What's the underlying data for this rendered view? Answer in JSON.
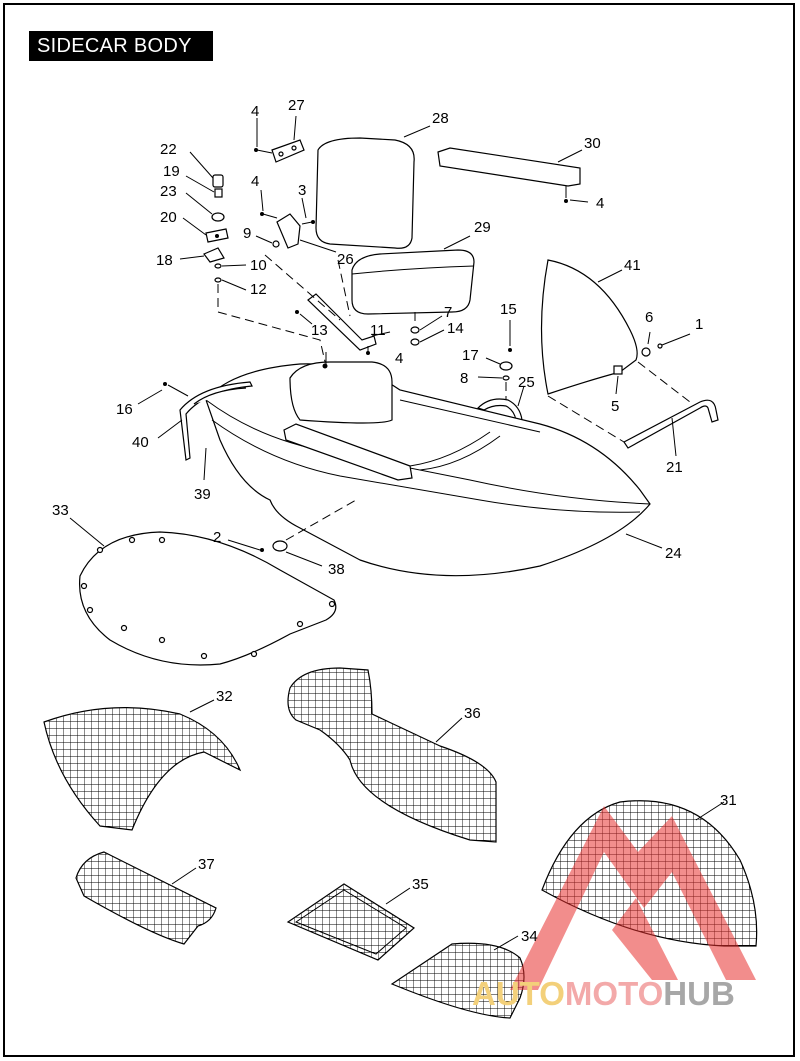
{
  "title": "SIDECAR BODY",
  "callouts": [
    {
      "id": "c1",
      "text": "1"
    },
    {
      "id": "c2",
      "text": "2"
    },
    {
      "id": "c3",
      "text": "3"
    },
    {
      "id": "c4a",
      "text": "4"
    },
    {
      "id": "c4b",
      "text": "4"
    },
    {
      "id": "c4c",
      "text": "4"
    },
    {
      "id": "c4d",
      "text": "4"
    },
    {
      "id": "c5",
      "text": "5"
    },
    {
      "id": "c6",
      "text": "6"
    },
    {
      "id": "c7",
      "text": "7"
    },
    {
      "id": "c8",
      "text": "8"
    },
    {
      "id": "c9",
      "text": "9"
    },
    {
      "id": "c10",
      "text": "10"
    },
    {
      "id": "c11",
      "text": "11"
    },
    {
      "id": "c12",
      "text": "12"
    },
    {
      "id": "c13",
      "text": "13"
    },
    {
      "id": "c14",
      "text": "14"
    },
    {
      "id": "c15",
      "text": "15"
    },
    {
      "id": "c16",
      "text": "16"
    },
    {
      "id": "c17",
      "text": "17"
    },
    {
      "id": "c18",
      "text": "18"
    },
    {
      "id": "c19",
      "text": "19"
    },
    {
      "id": "c20",
      "text": "20"
    },
    {
      "id": "c21",
      "text": "21"
    },
    {
      "id": "c22",
      "text": "22"
    },
    {
      "id": "c23",
      "text": "23"
    },
    {
      "id": "c24",
      "text": "24"
    },
    {
      "id": "c25",
      "text": "25"
    },
    {
      "id": "c26",
      "text": "26"
    },
    {
      "id": "c27",
      "text": "27"
    },
    {
      "id": "c28",
      "text": "28"
    },
    {
      "id": "c29",
      "text": "29"
    },
    {
      "id": "c30",
      "text": "30"
    },
    {
      "id": "c31",
      "text": "31"
    },
    {
      "id": "c32",
      "text": "32"
    },
    {
      "id": "c33",
      "text": "33"
    },
    {
      "id": "c34",
      "text": "34"
    },
    {
      "id": "c35",
      "text": "35"
    },
    {
      "id": "c36",
      "text": "36"
    },
    {
      "id": "c37",
      "text": "37"
    },
    {
      "id": "c38",
      "text": "38"
    },
    {
      "id": "c39",
      "text": "39"
    },
    {
      "id": "c40",
      "text": "40"
    },
    {
      "id": "c41",
      "text": "41"
    }
  ],
  "watermark": {
    "part1": "AUTO",
    "part2": "MOTO",
    "part3": "HUB"
  },
  "colors": {
    "line": "#000000",
    "watermark_red": "#e8312f",
    "watermark_yellow": "#f3d07a",
    "watermark_gray": "#a7a7a7"
  }
}
